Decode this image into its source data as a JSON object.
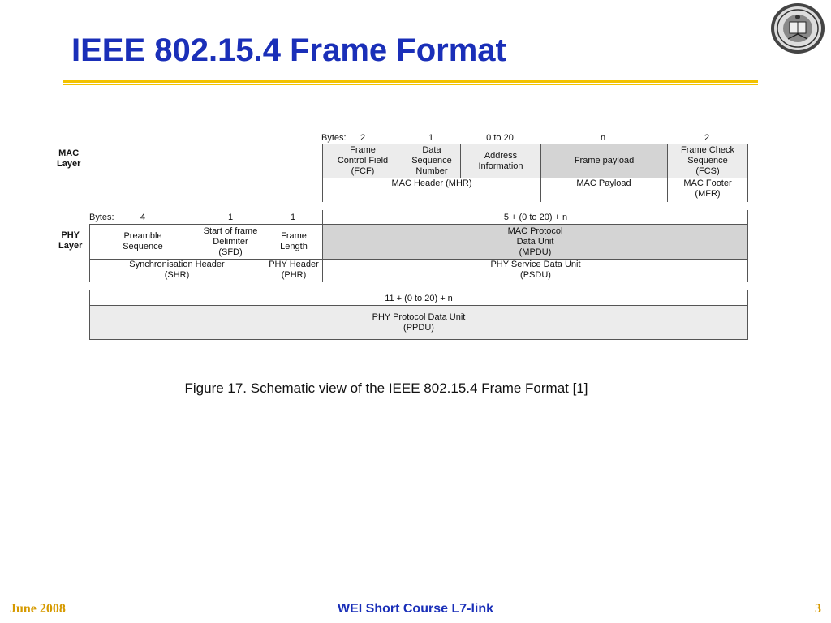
{
  "slide": {
    "title": "IEEE 802.15.4 Frame Format",
    "caption": "Figure 17. Schematic view of the IEEE 802.15.4 Frame Format [1]"
  },
  "mac": {
    "layer_label": "MAC\nLayer",
    "bytes_label": "Bytes:",
    "byte_counts": [
      "2",
      "1",
      "0 to 20",
      "n",
      "2"
    ],
    "fields": [
      "Frame\nControl Field\n(FCF)",
      "Data\nSequence\nNumber",
      "Address\nInformation",
      "Frame payload",
      "Frame Check\nSequence\n(FCS)"
    ],
    "groups": [
      "MAC Header (MHR)",
      "MAC Payload",
      "MAC Footer\n(MFR)"
    ]
  },
  "phy": {
    "layer_label": "PHY\nLayer",
    "bytes_label": "Bytes:",
    "byte_counts": [
      "4",
      "1",
      "1",
      "5 + (0 to 20) + n"
    ],
    "fields": [
      "Preamble\nSequence",
      "Start of frame\nDelimiter\n(SFD)",
      "Frame\nLength",
      "MAC Protocol\nData Unit\n(MPDU)"
    ],
    "groups": [
      "Synchronisation Header\n(SHR)",
      "PHY Header\n(PHR)",
      "PHY Service Data Unit\n(PSDU)"
    ],
    "total_bytes": "11 + (0 to 20) + n",
    "ppdu": "PHY Protocol Data Unit\n(PPDU)"
  },
  "footer": {
    "date": "June 2008",
    "course": "WEI Short Course L7-link",
    "page": "3"
  }
}
